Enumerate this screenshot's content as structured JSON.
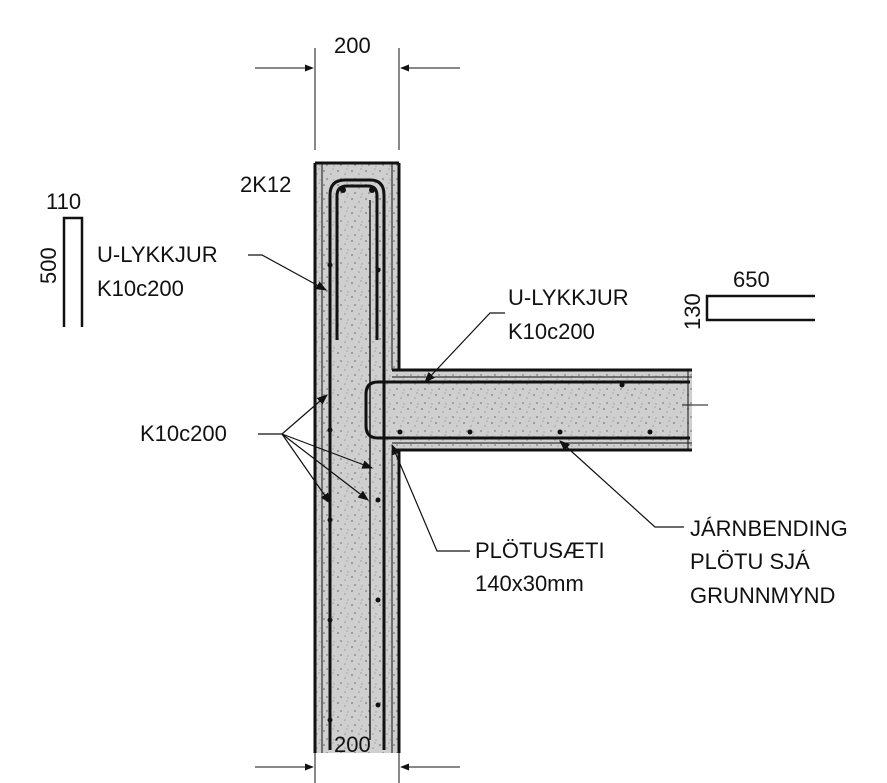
{
  "dimensions": {
    "top_width": "200",
    "bottom_width": "200",
    "hook_left_width": "110",
    "hook_left_height": "500",
    "hook_right_width": "650",
    "hook_right_height": "130"
  },
  "labels": {
    "top_bars": "2K12",
    "u_loops_wall": "U-LYKKJUR",
    "u_loops_wall_spec": "K10c200",
    "u_loops_slab": "U-LYKKJUR",
    "u_loops_slab_spec": "K10c200",
    "distribution_bars": "K10c200",
    "slab_seat_line1": "PLÖTUSÆTI",
    "slab_seat_line2": "140x30mm",
    "slab_reinf_line1": "JÁRNBENDING",
    "slab_reinf_line2": "PLÖTU SJÁ",
    "slab_reinf_line3": "GRUNNMYND"
  },
  "colors": {
    "ink": "#111111",
    "concrete": "#d2d2d2"
  }
}
